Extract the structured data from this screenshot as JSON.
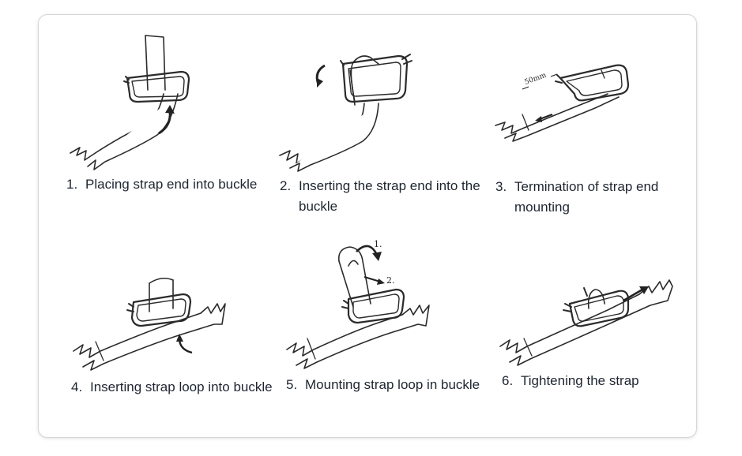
{
  "steps": [
    {
      "number": "1.",
      "text": "Placing strap end into buckle"
    },
    {
      "number": "2.",
      "text": "Inserting the strap end into the buckle"
    },
    {
      "number": "3.",
      "text": "Termination of strap end mounting"
    },
    {
      "number": "4.",
      "text": "Inserting strap loop into buckle"
    },
    {
      "number": "5.",
      "text": "Mounting strap loop in buckle"
    },
    {
      "number": "6.",
      "text": "Tightening the strap"
    }
  ],
  "annotations": {
    "measure": "50mm",
    "sub_step_1": "1.",
    "sub_step_2": "2."
  },
  "colors": {
    "line": "#2b2b2b",
    "text": "#1e2530",
    "frame_border": "#d6d6d6"
  }
}
